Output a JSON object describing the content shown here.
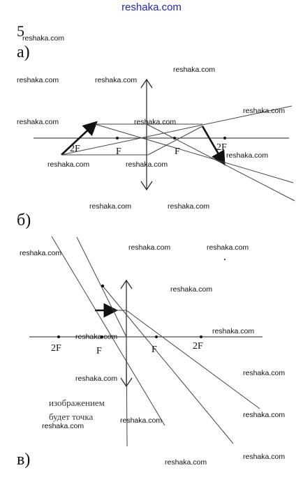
{
  "site": "reshaka.com",
  "problem_number": "5",
  "watermark": "reshaka.com",
  "parts": {
    "a": {
      "label": "а)",
      "two_f_left": "2F",
      "f_left": "F",
      "f_right": "F",
      "two_f_right": "2F"
    },
    "b": {
      "label": "б)",
      "two_f_left": "2F",
      "f_left": "F",
      "f_right": "F",
      "two_f_right": "2F",
      "caption_line1": "изображением",
      "caption_line2": "будет точка"
    },
    "c": {
      "label": "в)"
    }
  },
  "colors": {
    "ink": "#111111",
    "site_blue": "#2222cc",
    "ray_gray": "#444444"
  }
}
